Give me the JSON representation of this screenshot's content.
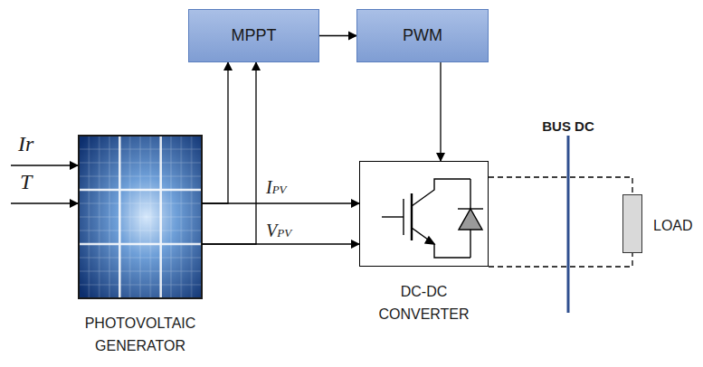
{
  "diagram": {
    "nodes": [
      {
        "text": [
          "MPPT"
        ]
      },
      {
        "text": [
          "PWM"
        ]
      },
      {
        "text": [
          "PHOTOVOLTAIC GENERATOR"
        ]
      },
      {
        "text": [
          "DC-DC CONVERTER"
        ]
      },
      {
        "text": [
          "LOAD"
        ]
      }
    ],
    "edges": [
      {
        "from": 0,
        "to": 1,
        "arrow": "to"
      },
      {
        "from": 1,
        "to": 3,
        "arrow": "to"
      },
      {
        "from": 2,
        "to": 0,
        "arrow": "to"
      },
      {
        "from": 2,
        "to": 0,
        "arrow": "to"
      },
      {
        "from": 2,
        "to": 3,
        "label": "IPV",
        "arrow": "to"
      },
      {
        "from": 2,
        "to": 3,
        "label": "VPV",
        "arrow": "to"
      },
      {
        "from": 3,
        "to": 4,
        "arrow": "none"
      },
      {
        "from": 3,
        "to": 4,
        "arrow": "none"
      }
    ],
    "labels": [
      "Ir",
      "T",
      "BUS DC"
    ]
  }
}
